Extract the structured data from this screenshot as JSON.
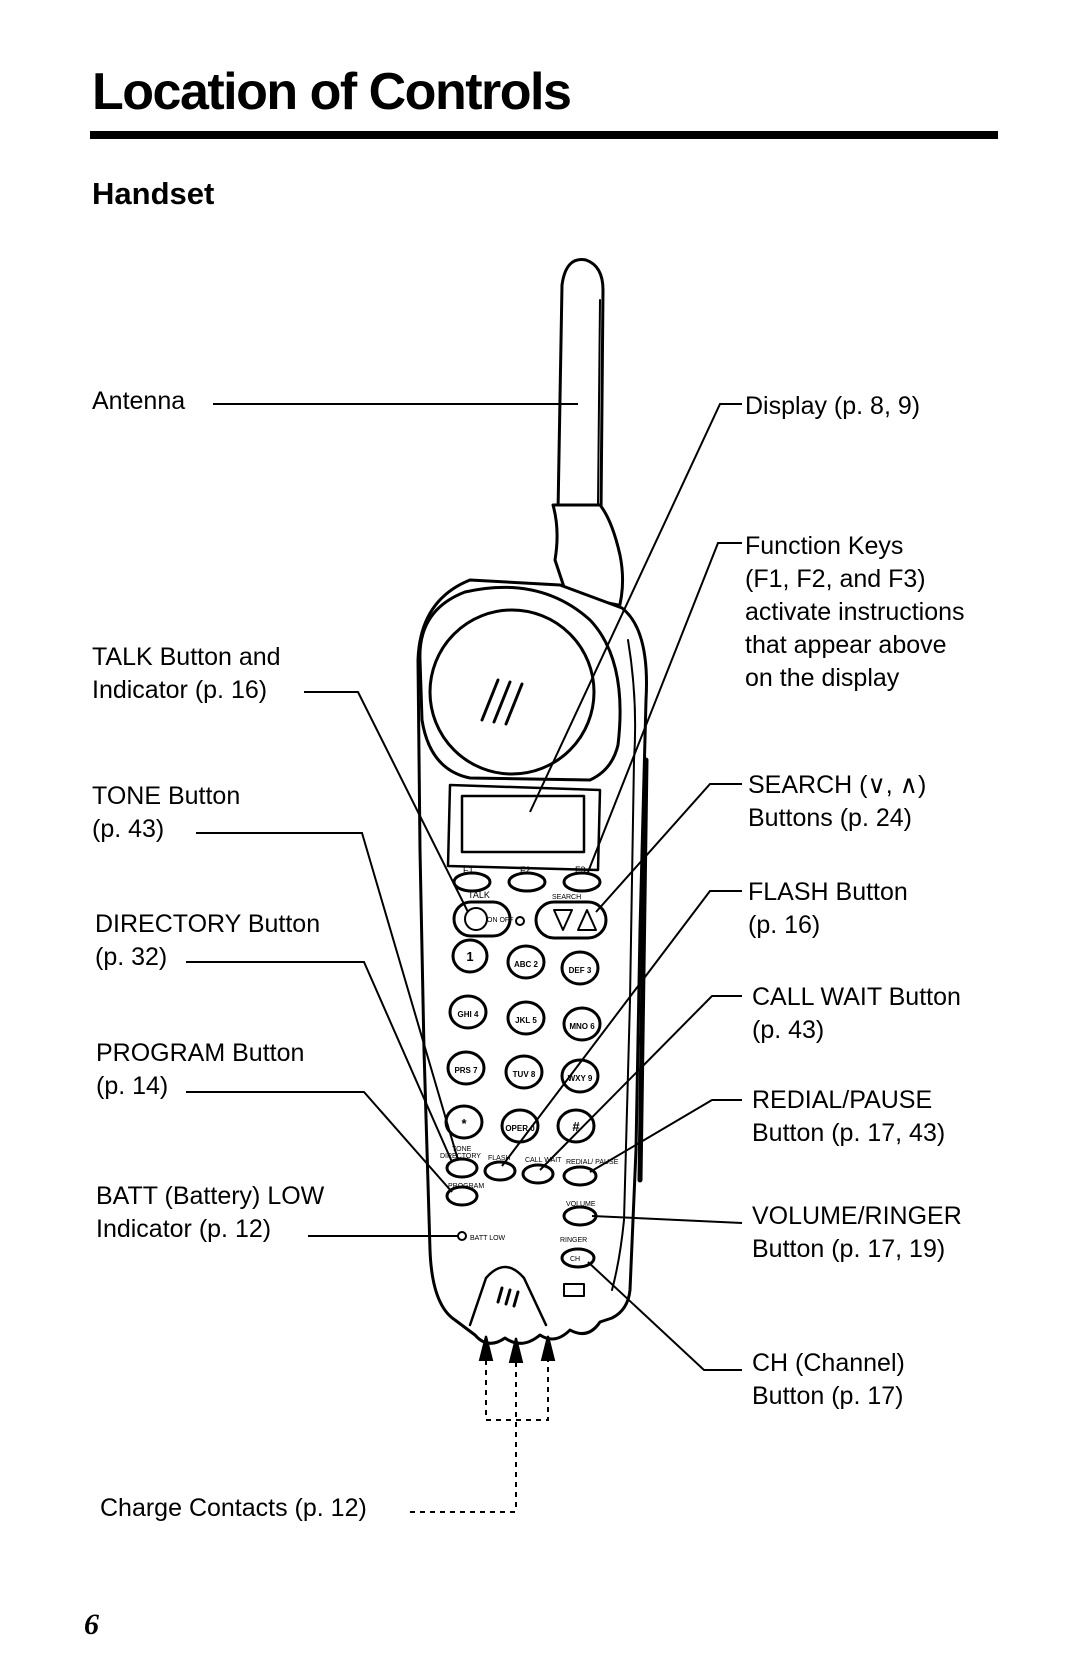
{
  "header": {
    "title": "Location of Controls",
    "subtitle": "Handset"
  },
  "labels": {
    "antenna": "Antenna",
    "talk": "TALK Button and\nIndicator (p. 16)",
    "tone": "TONE Button\n(p. 43)",
    "directory": "DIRECTORY Button\n(p. 32)",
    "program": "PROGRAM Button\n(p. 14)",
    "batt_low": "BATT (Battery) LOW\nIndicator (p. 12)",
    "charge_contacts": "Charge Contacts (p. 12)",
    "display": "Display (p. 8, 9)",
    "function_keys": "Function Keys\n(F1, F2, and F3)\nactivate instructions\nthat appear above\non the display",
    "search": "SEARCH (∨, ∧)\nButtons (p. 24)",
    "flash": "FLASH Button\n(p. 16)",
    "call_wait": "CALL WAIT Button\n(p. 43)",
    "redial": "REDIAL/PAUSE\nButton (p. 17, 43)",
    "volume": "VOLUME/RINGER\nButton (p. 17, 19)",
    "channel": "CH (Channel)\nButton (p. 17)"
  },
  "handset": {
    "keys": [
      "1",
      "ABC 2",
      "DEF 3",
      "GHI 4",
      "JKL 5",
      "MNO 6",
      "PRS 7",
      "TUV 8",
      "WXY 9",
      "*",
      "OPER 0",
      "#"
    ],
    "key_labels": {
      "talk": "TALK",
      "on_off": "ON OFF",
      "search": "SEARCH",
      "f1": "F1",
      "f2": "F2",
      "f3": "F3",
      "tone": "TONE",
      "directory": "DIRECTORY",
      "flash": "FLASH",
      "call_wait": "CALL WAIT",
      "redial_pause": "REDIAL/ PAUSE",
      "program": "PROGRAM",
      "volume": "VOLUME",
      "ringer": "RINGER",
      "batt_low": "BATT LOW",
      "ch": "CH"
    }
  },
  "page_number": "6"
}
